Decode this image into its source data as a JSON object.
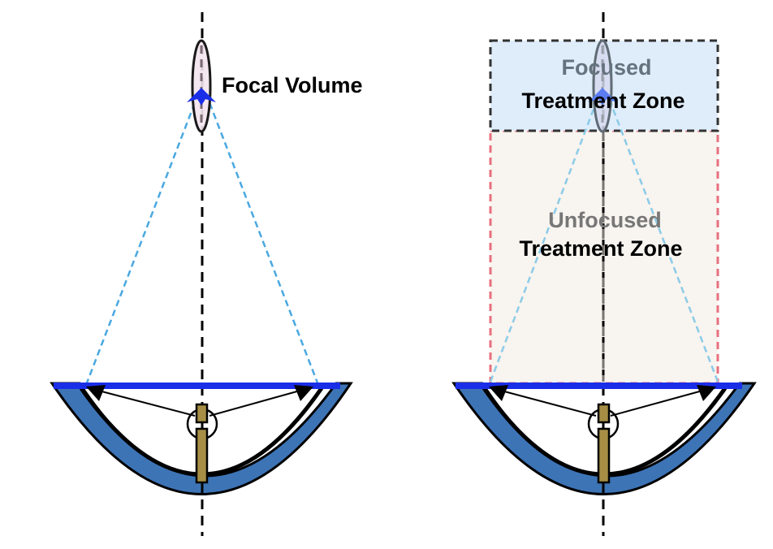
{
  "diagram": {
    "left_panel": {
      "focal_label": "Focal Volume"
    },
    "right_panel": {
      "focused_zone": {
        "line1": "Focused",
        "line2": "Treatment Zone"
      },
      "unfocused_zone": {
        "line1": "Unfocused",
        "line2": "Treatment Zone"
      }
    },
    "colors": {
      "transducer_bowl": "#3d74b6",
      "aperture_bar": "#1a2ee8",
      "beam_lines": "#4aa8e0",
      "rod": "#a68f45",
      "focal_volume_fill": "#f3e4ee",
      "focused_zone_fill": "#dfedfb",
      "unfocused_zone_fill": "#f8f4ef",
      "unfocused_zone_border": "#e8707e",
      "focused_label_gray": "#65737f",
      "unfocused_label_gray": "#777777"
    }
  }
}
